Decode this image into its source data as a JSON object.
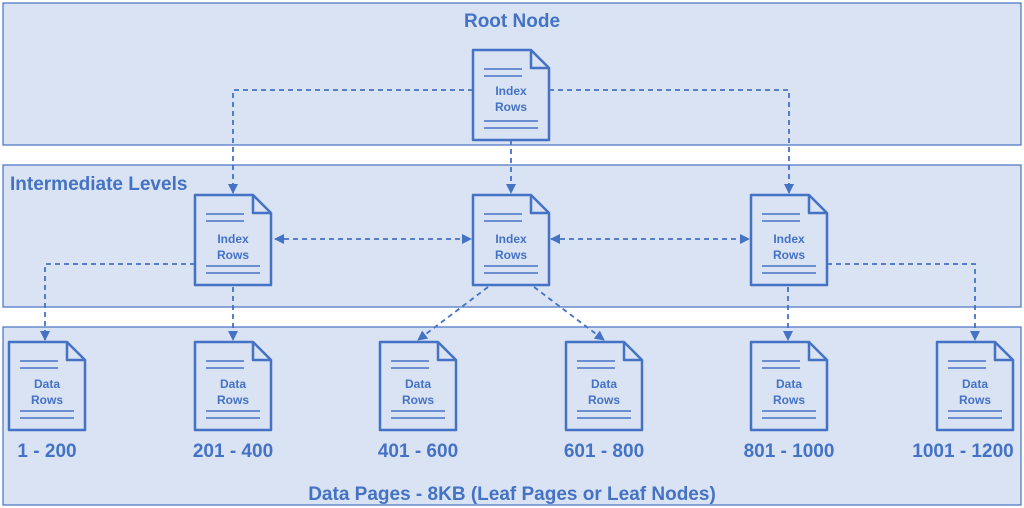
{
  "colors": {
    "accent": "#4472c4",
    "band_fill": "#dae3f3",
    "background": "#ffffff"
  },
  "root": {
    "title": "Root Node",
    "page": {
      "line1": "Index",
      "line2": "Rows"
    }
  },
  "intermediate": {
    "title": "Intermediate Levels",
    "pages": [
      {
        "line1": "Index",
        "line2": "Rows"
      },
      {
        "line1": "Index",
        "line2": "Rows"
      },
      {
        "line1": "Index",
        "line2": "Rows"
      }
    ]
  },
  "leaf": {
    "title": "Data Pages - 8KB (Leaf Pages or Leaf Nodes)",
    "pages": [
      {
        "line1": "Data",
        "line2": "Rows",
        "range": "1 - 200"
      },
      {
        "line1": "Data",
        "line2": "Rows",
        "range": "201 - 400"
      },
      {
        "line1": "Data",
        "line2": "Rows",
        "range": "401 - 600"
      },
      {
        "line1": "Data",
        "line2": "Rows",
        "range": "601 - 800"
      },
      {
        "line1": "Data",
        "line2": "Rows",
        "range": "801 - 1000"
      },
      {
        "line1": "Data",
        "line2": "Rows",
        "range": "1001 - 1200"
      }
    ]
  }
}
